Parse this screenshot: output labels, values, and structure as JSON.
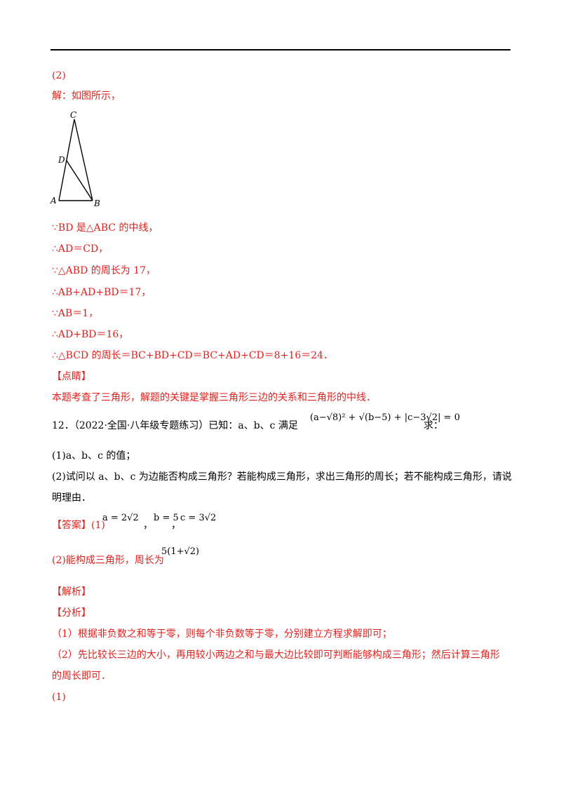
{
  "part2_label": "(2)",
  "solution_intro": "解：如图所示，",
  "figure_labels": {
    "C": "C",
    "D": "D",
    "A": "A",
    "B": "B"
  },
  "steps": [
    "∵BD 是△ABC 的中线，",
    "∴AD＝CD，",
    "∵△ABD 的周长为 17，",
    "∴AB+AD+BD＝17，",
    "∵AB＝1，",
    "∴AD+BD＝16，",
    "∴△BCD 的周长＝BC+BD+CD＝BC+AD+CD＝8+16＝24．"
  ],
  "dianjing_label": "【点睛】",
  "dianjing_text": "本题考查了三角形，解题的关键是掌握三角形三边的关系和三角形的中线．",
  "q12": {
    "prefix": "12．（2022·全国·八年级专题练习）已知：a、b、c 满足",
    "suffix": "求：",
    "equation": "(a−√8)² + √(b−5) + |c−3√2| = 0",
    "sub1": "(1)a、b、c 的值；",
    "sub2_line1": "(2)试问以 a、b、c 为边能否构成三角形？若能构成三角形，求出三角形的周长；若不能构成三角形，请说",
    "sub2_line2": "明理由．"
  },
  "answer": {
    "label": "【答案】",
    "part1_prefix": "(1)",
    "a_value": "a = 2√2",
    "b_value": "b = 5",
    "c_value": "c = 3√2",
    "part2_text": "(2)能构成三角形，周长为",
    "part2_value": "5(1+√2)"
  },
  "jiexi_label": "【解析】",
  "fenxi_label": "【分析】",
  "fenxi_lines": [
    "（1）根据非负数之和等于零，则每个非负数等于零，分别建立方程求解即可；",
    "（2）先比较长三边的大小，再用较小两边之和与最大边比较即可判断能够构成三角形；然后计算三角形",
    "的周长即可．"
  ],
  "final_label": "(1)"
}
